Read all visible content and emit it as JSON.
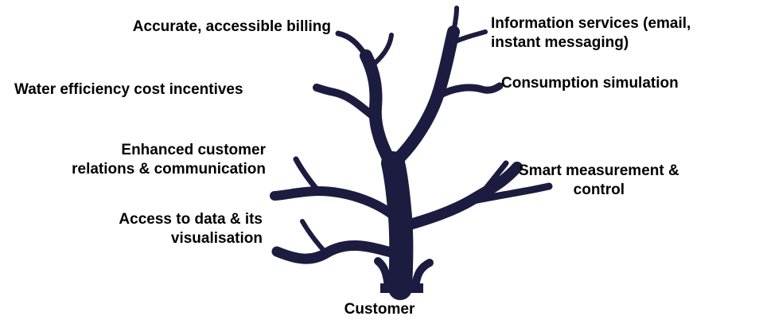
{
  "diagram": {
    "tree_color": "#1c1c40",
    "labels": {
      "billing": "Accurate, accessible billing",
      "water_efficiency": "Water efficiency cost incentives",
      "enhanced_line1": "Enhanced customer",
      "enhanced_line2": "relations & communication",
      "access_line1": "Access to data & its",
      "access_line2": "visualisation",
      "info_line1": "Information services (email,",
      "info_line2": "instant messaging)",
      "consumption": "Consumption simulation",
      "smart_line1": "Smart measurement &",
      "smart_line2": "control",
      "root": "Customer"
    }
  }
}
